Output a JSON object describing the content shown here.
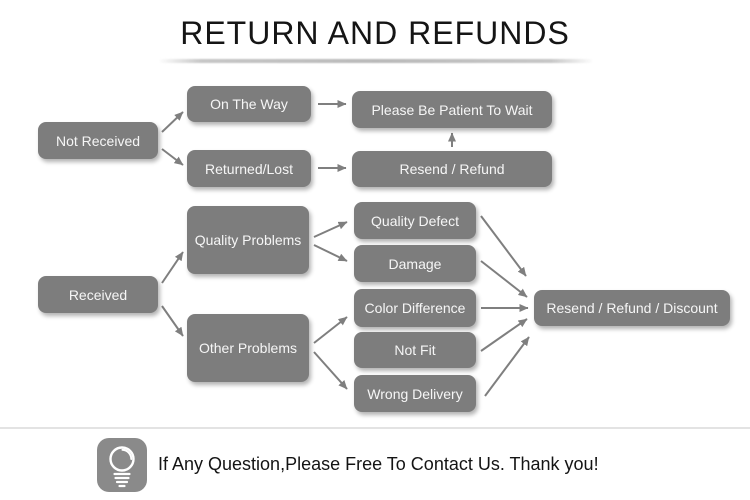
{
  "title": "RETURN AND REFUNDS",
  "nodes": {
    "not_received": "Not Received",
    "on_the_way": "On The Way",
    "returned_lost": "Returned/Lost",
    "please_wait": "Please Be Patient To Wait",
    "resend_refund": "Resend / Refund",
    "received": "Received",
    "quality_problems": "Quality Problems",
    "other_problems": "Other Problems",
    "quality_defect": "Quality Defect",
    "damage": "Damage",
    "color_difference": "Color Difference",
    "not_fit": "Not Fit",
    "wrong_delivery": "Wrong Delivery",
    "resend_refund_discount": "Resend / Refund / Discount"
  },
  "flow": {
    "edges": [
      "Not Received -> On The Way",
      "Not Received -> Returned/Lost",
      "On The Way -> Please Be Patient To Wait",
      "Returned/Lost -> Resend / Refund",
      "Resend / Refund -> Please Be Patient To Wait",
      "Received -> Quality Problems",
      "Received -> Other Problems",
      "Quality Problems -> Quality Defect",
      "Quality Problems -> Damage",
      "Other Problems -> Color Difference",
      "Other Problems -> Wrong Delivery",
      "Quality Defect -> Resend / Refund / Discount",
      "Damage -> Resend / Refund / Discount",
      "Color Difference -> Resend / Refund / Discount",
      "Not Fit -> Resend / Refund / Discount",
      "Wrong Delivery -> Resend / Refund / Discount"
    ]
  },
  "footer": {
    "icon": "lightbulb-icon",
    "message": "If Any Question,Please Free To Contact Us. Thank you!"
  },
  "colors": {
    "node_fill": "#7d7d7d",
    "node_text": "#f6f6f6",
    "arrow": "#7f7f7f",
    "title_text": "#151515",
    "footer_text": "#141414",
    "icon_fill": "#8a8a8a",
    "divider": "#e3e3e3"
  }
}
